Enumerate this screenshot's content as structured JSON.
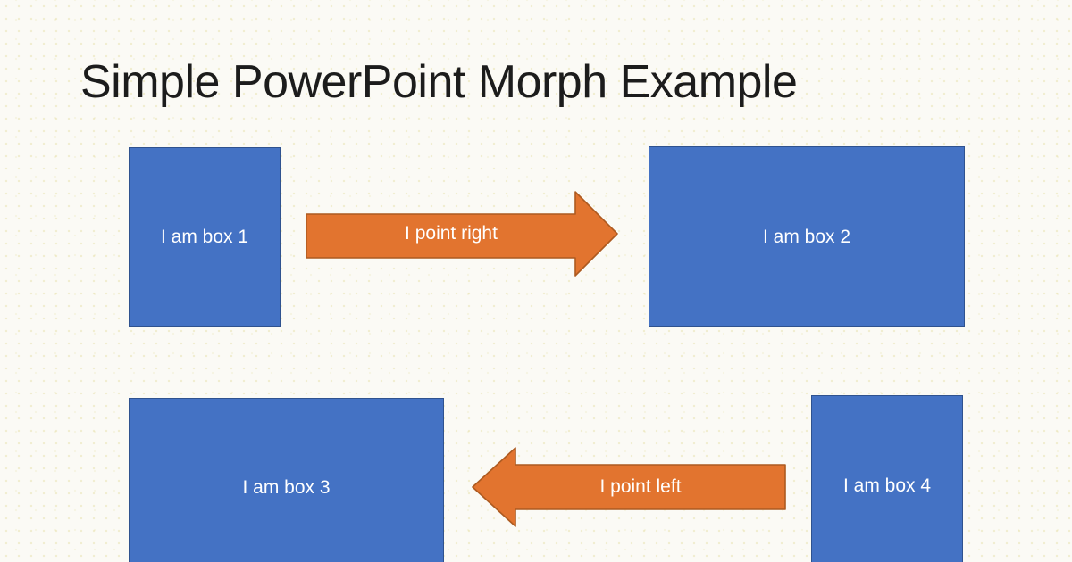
{
  "slide": {
    "title": "Simple PowerPoint Morph Example",
    "boxes": [
      {
        "id": "box1",
        "label": "I am box 1"
      },
      {
        "id": "box2",
        "label": "I am box 2"
      },
      {
        "id": "box3",
        "label": "I am box 3"
      },
      {
        "id": "box4",
        "label": "I am box 4"
      }
    ],
    "arrows": [
      {
        "id": "arrow-right",
        "label": "I point right",
        "direction": "right"
      },
      {
        "id": "arrow-left",
        "label": "I point left",
        "direction": "left"
      }
    ],
    "colors": {
      "background": "#fbfaf5",
      "title": "#1c1c1c",
      "box_fill": "#4472c4",
      "box_border": "#2f528f",
      "arrow_fill": "#e2742f",
      "arrow_border": "#ad5a20",
      "label_text": "#ffffff"
    }
  }
}
